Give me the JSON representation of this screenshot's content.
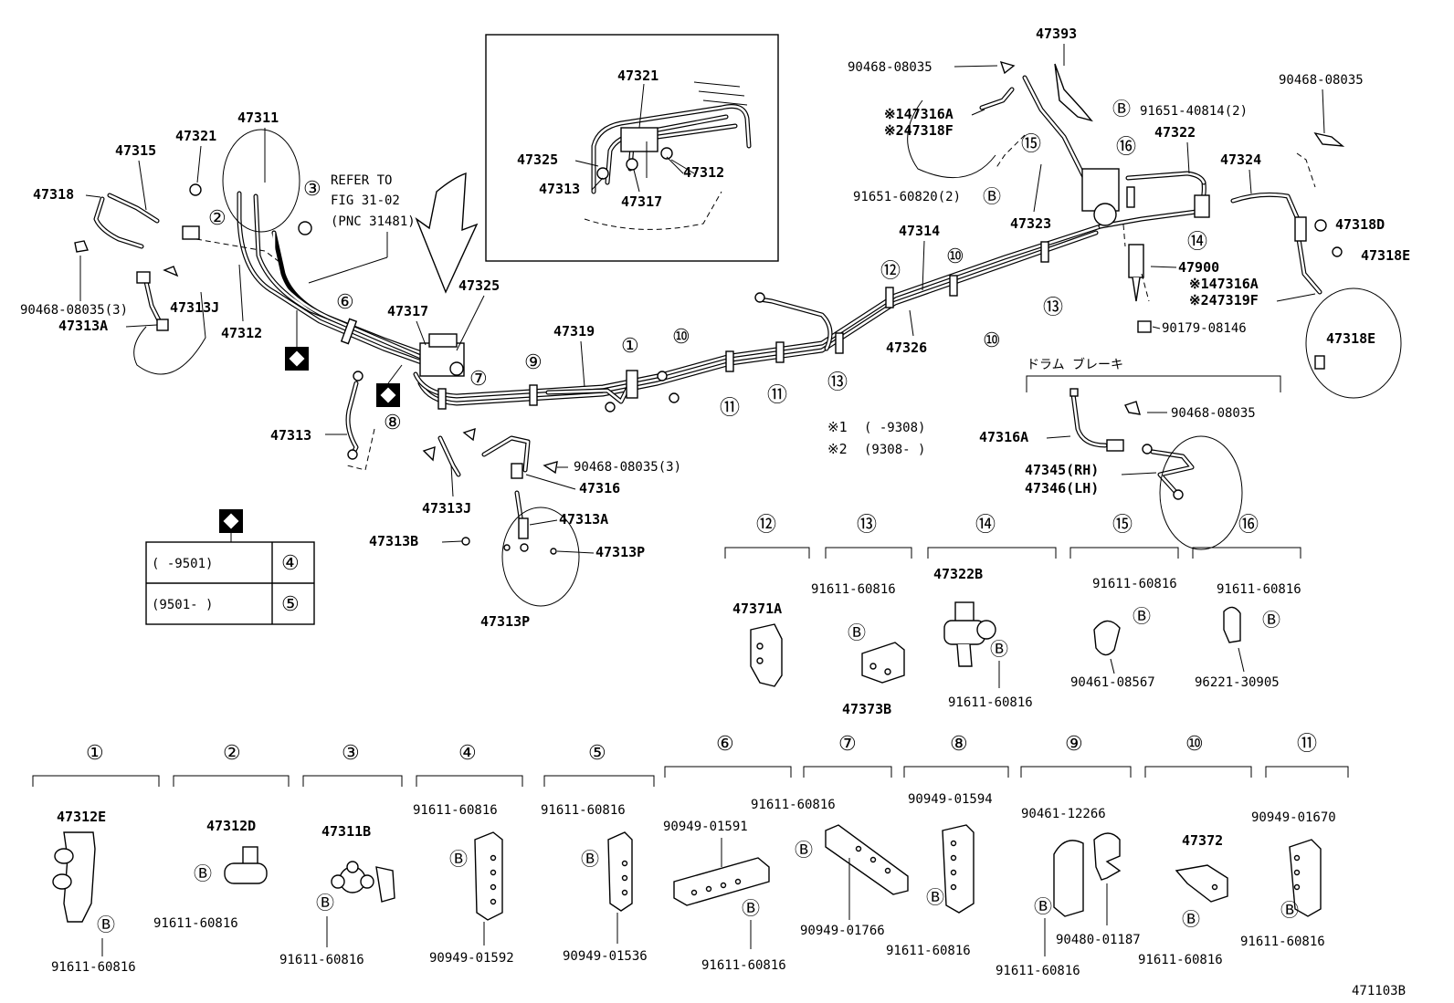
{
  "drawing_code": "471103B",
  "refer_note": [
    "REFER TO",
    "FIG 31-02",
    "(PNC 31481)"
  ],
  "drum_brake_label": "ドラム ブレーキ",
  "notes": [
    {
      "mark": "※1",
      "text": "(      -9308)"
    },
    {
      "mark": "※2",
      "text": "(9308-      )"
    }
  ],
  "legend_table": {
    "rows": [
      {
        "range": "(     -9501)",
        "ref": "④"
      },
      {
        "range": "(9501-      )",
        "ref": "⑤"
      }
    ]
  },
  "part_labels": {
    "p47393": "47393",
    "p90468_top": "90468-08035",
    "p47316A_s1": "※147316A",
    "p47318F_s2": "※247318F",
    "p91651_40814": "91651-40814(2)",
    "p47322": "47322",
    "p90468_right": "90468-08035",
    "p47324": "47324",
    "p91651_60820": "91651-60820(2)",
    "p47323": "47323",
    "p47318D": "47318D",
    "p47318E_a": "47318E",
    "p47314": "47314",
    "p47900": "47900",
    "p47316A_s1b": "※147316A",
    "p47319F_s2": "※247319F",
    "p47326": "47326",
    "p90179": "90179-08146",
    "p47318E_b": "47318E",
    "p47321_inset": "47321",
    "p47325_inset": "47325",
    "p47312_inset": "47312",
    "p47313_inset": "47313",
    "p47317_inset": "47317",
    "p47311": "47311",
    "p47321": "47321",
    "p47315": "47315",
    "p47318": "47318",
    "p90468_3_left": "90468-08035(3)",
    "p47313J_left": "47313J",
    "p47313A_left": "47313A",
    "p47312": "47312",
    "p47317": "47317",
    "p47325": "47325",
    "p47319": "47319",
    "p47313": "47313",
    "p47313J": "47313J",
    "p90468_3_mid": "90468-08035(3)",
    "p47316": "47316",
    "p47313A": "47313A",
    "p47313B": "47313B",
    "p47313P_a": "47313P",
    "p47313P_b": "47313P",
    "p47316A_drum": "47316A",
    "p90468_drum": "90468-08035",
    "p47345": "47345(RH)",
    "p47346": "47346(LH)"
  },
  "detail_groups": [
    {
      "ref": "⑫",
      "parts": [
        "47371A"
      ]
    },
    {
      "ref": "⑬",
      "parts": [
        "91611-60816",
        "47373B"
      ]
    },
    {
      "ref": "⑭",
      "parts": [
        "47322B",
        "91611-60816"
      ]
    },
    {
      "ref": "⑮",
      "parts": [
        "91611-60816",
        "90461-08567"
      ]
    },
    {
      "ref": "⑯",
      "parts": [
        "91611-60816",
        "96221-30905"
      ]
    },
    {
      "ref": "①",
      "parts": [
        "47312E",
        "91611-60816"
      ]
    },
    {
      "ref": "②",
      "parts": [
        "47312D",
        "91611-60816"
      ]
    },
    {
      "ref": "③",
      "parts": [
        "47311B",
        "91611-60816"
      ]
    },
    {
      "ref": "④",
      "parts": [
        "91611-60816",
        "90949-01592"
      ]
    },
    {
      "ref": "⑤",
      "parts": [
        "91611-60816",
        "90949-01536"
      ]
    },
    {
      "ref": "⑥",
      "parts": [
        "90949-01591",
        "91611-60816"
      ]
    },
    {
      "ref": "⑦",
      "parts": [
        "91611-60816",
        "90949-01766"
      ]
    },
    {
      "ref": "⑧",
      "parts": [
        "90949-01594",
        "91611-60816"
      ]
    },
    {
      "ref": "⑨",
      "parts": [
        "90461-12266",
        "90480-01187",
        "91611-60816"
      ]
    },
    {
      "ref": "⑩",
      "parts": [
        "47372",
        "91611-60816"
      ]
    },
    {
      "ref": "⑪",
      "parts": [
        "90949-01670",
        "91611-60816"
      ]
    }
  ],
  "callouts": [
    "①",
    "②",
    "③",
    "④",
    "⑤",
    "⑥",
    "⑦",
    "⑧",
    "⑨",
    "⑩",
    "⑪",
    "⑫",
    "⑬",
    "⑭",
    "⑮",
    "⑯"
  ],
  "bolt_mark": "Ⓑ"
}
